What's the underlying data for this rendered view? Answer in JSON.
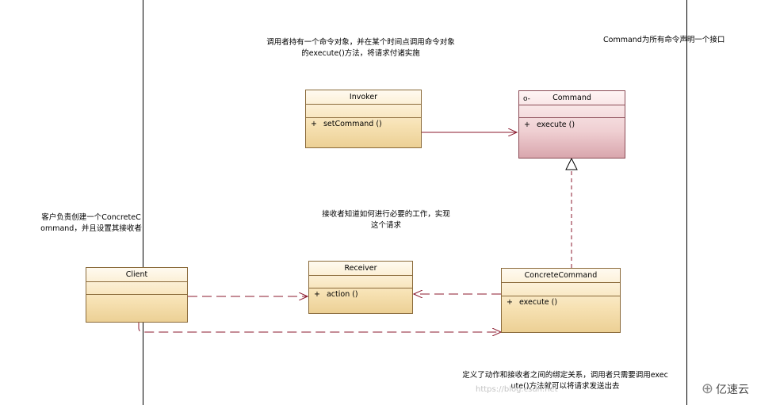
{
  "notes": {
    "invoker_note_line1": "调用者持有一个命令对象，并在某个时间点调用命令对象",
    "invoker_note_line2": "的execute()方法，将请求付诸实施",
    "command_note": "Command为所有命令声明一个接口",
    "client_note_line1": "客户负责创建一个ConcreteC",
    "client_note_line2": "ommand，并且设置其接收者",
    "receiver_note_line1": "接收者知道如何进行必要的工作，实现",
    "receiver_note_line2": "这个请求",
    "concrete_note_line1": "定义了动作和接收者之间的绑定关系，调用者只需要调用exec",
    "concrete_note_line2": "ute()方法就可以将请求发送出去"
  },
  "classes": {
    "invoker": {
      "name": "Invoker",
      "visibility": "+",
      "op": "setCommand ()"
    },
    "command": {
      "name": "Command",
      "icon": "interface-icon",
      "icon_glyph": "o-",
      "visibility": "+",
      "op": "execute ()"
    },
    "receiver": {
      "name": "Receiver",
      "visibility": "+",
      "op": "action ()"
    },
    "client": {
      "name": "Client"
    },
    "concrete": {
      "name": "ConcreteCommand",
      "visibility": "+",
      "op": "execute ()"
    }
  },
  "watermark": "https://blog.csdn.net",
  "logo": {
    "icon": "yisu-logo-icon",
    "glyph": "⊕",
    "text": "亿速云"
  },
  "colors": {
    "class_fill": "#f7e2b4",
    "interface_fill": "#efcfd2",
    "line": "#8b1a2e"
  }
}
